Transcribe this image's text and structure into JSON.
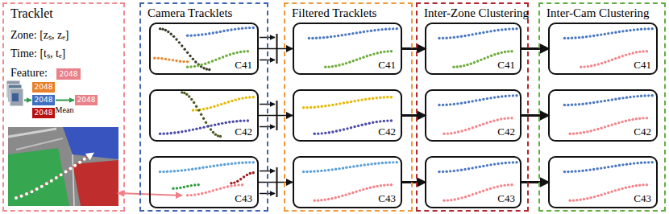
{
  "diagram": {
    "nodes": [
      {
        "text": [
          "Tracklet",
          "Zone: [zₛ, zₑ]",
          "Time: [tₛ, tₑ]",
          "Feature:"
        ]
      },
      {
        "text": [
          "Camera Tracklets"
        ]
      },
      {
        "text": [
          "C41"
        ],
        "in": 1
      },
      {
        "text": [
          "C42"
        ],
        "in": 1
      },
      {
        "text": [
          "C43"
        ],
        "in": 1
      },
      {
        "text": [
          "Filtered Tracklets"
        ]
      },
      {
        "text": [
          "C41"
        ],
        "in": 5
      },
      {
        "text": [
          "C42"
        ],
        "in": 5
      },
      {
        "text": [
          "C43"
        ],
        "in": 5
      },
      {
        "text": [
          "Inter-Zone Clustering"
        ]
      },
      {
        "text": [
          "C41"
        ],
        "in": 9
      },
      {
        "text": [
          "C42"
        ],
        "in": 9
      },
      {
        "text": [
          "C43"
        ],
        "in": 9
      },
      {
        "text": [
          "Inter-Cam Clustering"
        ]
      },
      {
        "text": [
          "C41"
        ],
        "in": 13
      },
      {
        "text": [
          "C42"
        ],
        "in": 13
      },
      {
        "text": [
          "C43"
        ],
        "in": 13
      }
    ],
    "edges": [
      {
        "from": 2,
        "to": 6,
        "arrow": "to"
      },
      {
        "from": 3,
        "to": 7,
        "arrow": "to"
      },
      {
        "from": 4,
        "to": 8,
        "arrow": "to"
      },
      {
        "from": 6,
        "to": 10,
        "arrow": "to"
      },
      {
        "from": 7,
        "to": 11,
        "arrow": "to"
      },
      {
        "from": 8,
        "to": 12,
        "arrow": "to"
      },
      {
        "from": 10,
        "to": 14,
        "arrow": "to"
      },
      {
        "from": 11,
        "to": 15,
        "arrow": "to"
      },
      {
        "from": 12,
        "to": 16,
        "arrow": "to"
      }
    ],
    "labels": [
      "2048",
      "2048",
      "2048",
      "2048",
      "2048",
      "Mean"
    ]
  }
}
